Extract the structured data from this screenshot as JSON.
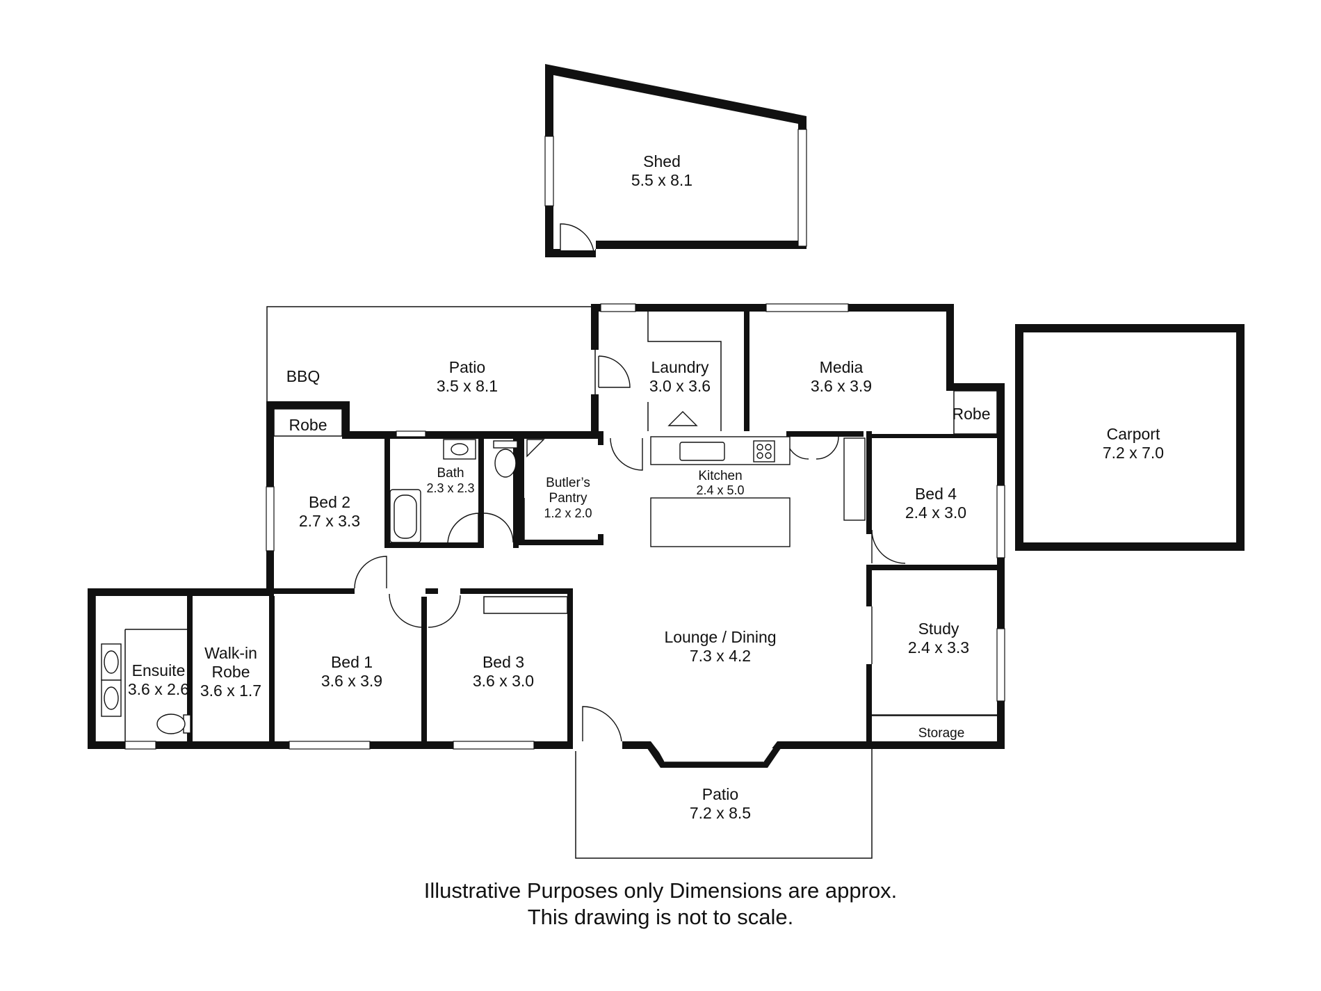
{
  "rooms": {
    "shed": {
      "name": "Shed",
      "dim": "5.5 x 8.1"
    },
    "patio_rear": {
      "name": "Patio",
      "dim": "3.5 x 8.1"
    },
    "bbq": {
      "name": "BBQ"
    },
    "laundry": {
      "name": "Laundry",
      "dim": "3.0 x 3.6"
    },
    "media": {
      "name": "Media",
      "dim": "3.6 x 3.9"
    },
    "robe_bed2": {
      "name": "Robe"
    },
    "robe_bed4": {
      "name": "Robe"
    },
    "carport": {
      "name": "Carport",
      "dim": "7.2 x 7.0"
    },
    "bath": {
      "name": "Bath",
      "dim": "2.3 x 2.3"
    },
    "butlers_pantry": {
      "name1": "Butler’s",
      "name2": "Pantry",
      "dim": "1.2 x 2.0"
    },
    "kitchen": {
      "name": "Kitchen",
      "dim": "2.4 x 5.0"
    },
    "bed2": {
      "name": "Bed 2",
      "dim": "2.7 x 3.3"
    },
    "bed4": {
      "name": "Bed 4",
      "dim": "2.4 x 3.0"
    },
    "lounge_dining": {
      "name": "Lounge / Dining",
      "dim": "7.3 x 4.2"
    },
    "study": {
      "name": "Study",
      "dim": "2.4 x 3.3"
    },
    "ensuite": {
      "name": "Ensuite",
      "dim": "3.6 x 2.6"
    },
    "walkin_robe": {
      "name1": "Walk-in",
      "name2": "Robe",
      "dim": "3.6 x 1.7"
    },
    "bed1": {
      "name": "Bed 1",
      "dim": "3.6 x 3.9"
    },
    "bed3": {
      "name": "Bed 3",
      "dim": "3.6 x 3.0"
    },
    "storage": {
      "name": "Storage"
    },
    "patio_front": {
      "name": "Patio",
      "dim": "7.2 x 8.5"
    }
  },
  "disclaimer": {
    "line1": "Illustrative Purposes only Dimensions are approx.",
    "line2": "This drawing is not to scale."
  }
}
